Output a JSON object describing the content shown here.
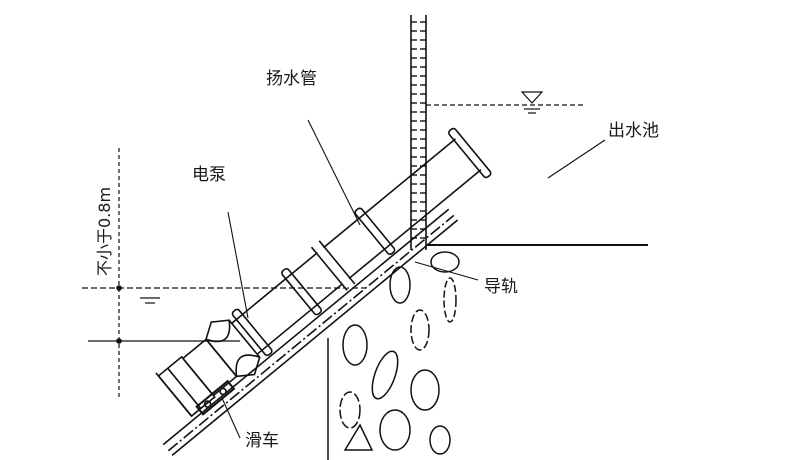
{
  "labels": {
    "riser_pipe": "扬水管",
    "electric_pump": "电泵",
    "outlet_pool": "出水池",
    "guide_rail": "导轨",
    "pulley_carriage": "滑车",
    "min_depth": "不小于0.8m"
  }
}
